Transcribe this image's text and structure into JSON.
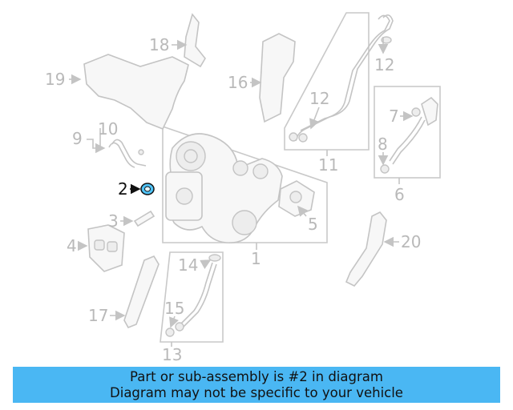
{
  "diagram": {
    "highlighted_part": "2",
    "part_numbers": [
      "1",
      "2",
      "3",
      "4",
      "5",
      "6",
      "7",
      "8",
      "9",
      "10",
      "11",
      "12",
      "12",
      "13",
      "14",
      "15",
      "16",
      "17",
      "18",
      "19",
      "20"
    ],
    "colors": {
      "callout": "#b9b9b9",
      "selected": "#111111",
      "banner": "#4ab7f3",
      "highlight_part": "#4fc3f7"
    }
  },
  "banner": {
    "line1": "Part or sub-assembly is #2 in diagram",
    "line2": "Diagram may not be specific to your vehicle"
  }
}
